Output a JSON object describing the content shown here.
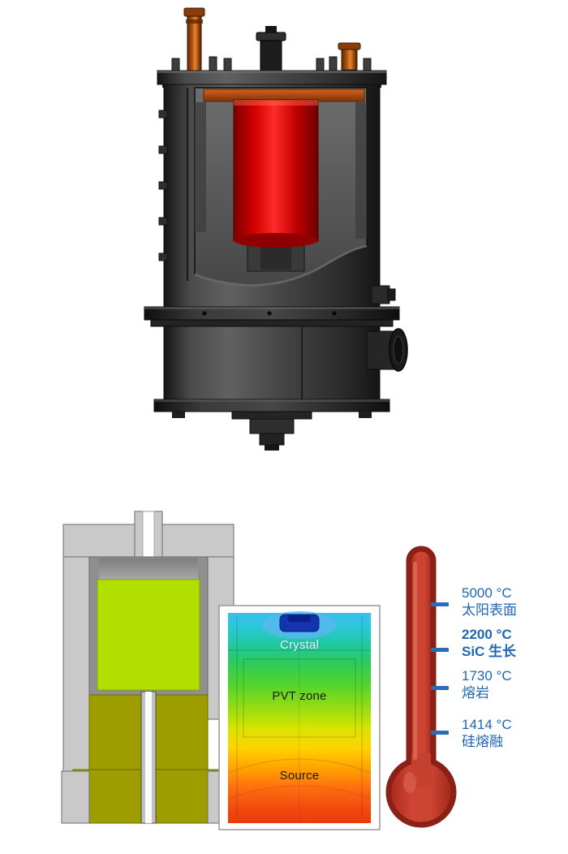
{
  "colors": {
    "accent_text": "#2066b3",
    "tick": "#2d6cb5",
    "thermometer_fill": "#c0392b",
    "thermometer_outline": "#8b2016",
    "hot_zone_red": "#e01010",
    "copper_fitting": "#c05a14",
    "melt_green": "#b2df00",
    "olive_base": "#9d9d00"
  },
  "thermal_map": {
    "crystal_label": "Crystal",
    "pvt_zone_label": "PVT zone",
    "source_label": "Source"
  },
  "thermometer": {
    "scale": [
      {
        "temp": "5000 °C",
        "desc": "太阳表面",
        "emphasis": false
      },
      {
        "temp": "2200 °C",
        "desc": "SiC 生长",
        "emphasis": true
      },
      {
        "temp": "1730 °C",
        "desc": "熔岩",
        "emphasis": false
      },
      {
        "temp": "1414 °C",
        "desc": "硅熔融",
        "emphasis": false
      }
    ]
  }
}
